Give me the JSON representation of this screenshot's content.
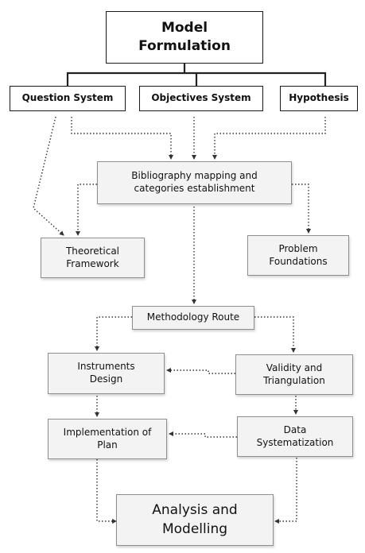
{
  "diagram": {
    "title": "Model\nFormulation",
    "level1": {
      "question": "Question System",
      "objectives": "Objectives System",
      "hypothesis": "Hypothesis"
    },
    "bibliography": "Bibliography mapping and\ncategories establishment",
    "theoretical": "Theoretical\nFramework",
    "problem": "Problem\nFoundations",
    "methodology": "Methodology Route",
    "instruments": "Instruments\nDesign",
    "validity": "Validity and\nTriangulation",
    "implementation": "Implementation of\nPlan",
    "systematization": "Data\nSystematization",
    "analysis": "Analysis and\nModelling"
  }
}
